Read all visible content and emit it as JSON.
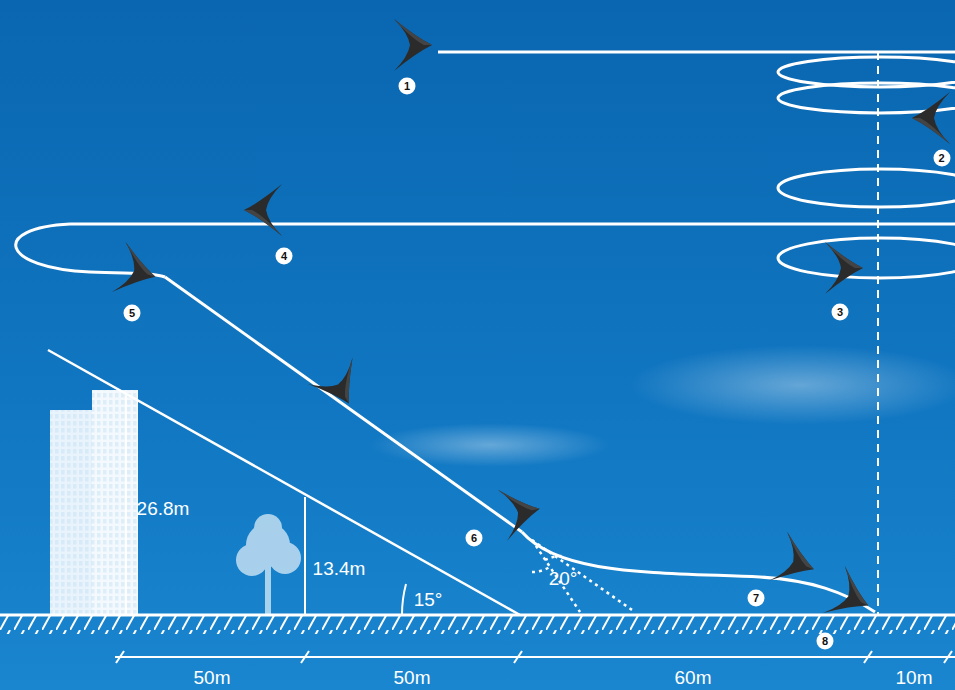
{
  "diagram": {
    "labels": [
      "1",
      "2",
      "3",
      "4",
      "5",
      "6",
      "7",
      "8",
      "26.8m",
      "13.4m",
      "15°",
      "20°",
      "50m",
      "50m",
      "60m",
      "10m"
    ]
  }
}
